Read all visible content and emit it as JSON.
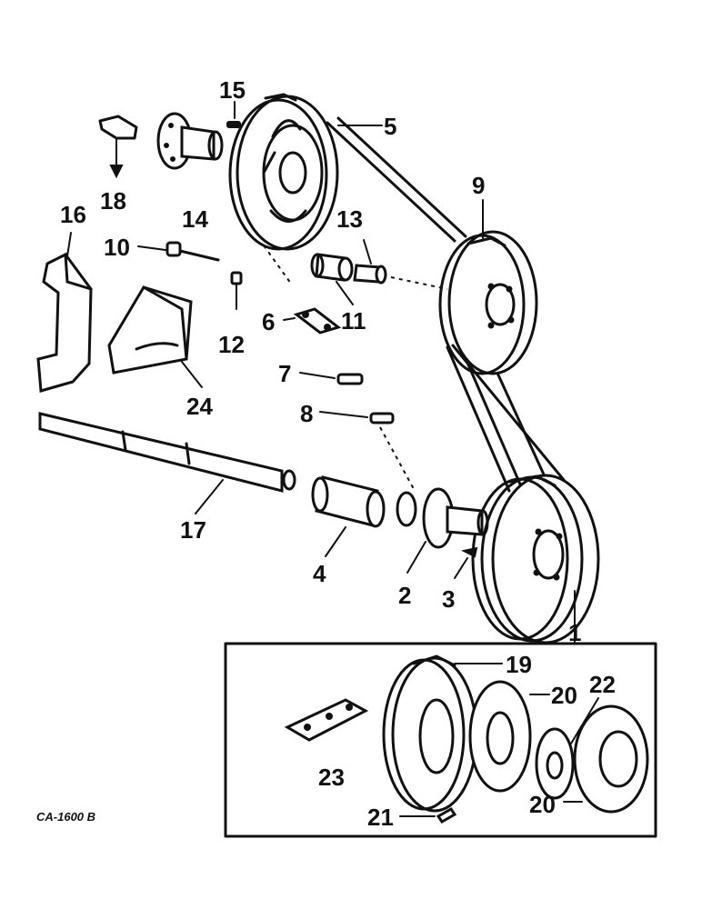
{
  "labels": {
    "l1": "1",
    "l2": "2",
    "l3": "3",
    "l4": "4",
    "l5": "5",
    "l6": "6",
    "l7": "7",
    "l8": "8",
    "l9": "9",
    "l10": "10",
    "l11": "11",
    "l12": "12",
    "l13": "13",
    "l14": "14",
    "l15": "15",
    "l16": "16",
    "l17": "17",
    "l18": "18",
    "l19": "19",
    "l20a": "20",
    "l20b": "20",
    "l21": "21",
    "l22": "22",
    "l23": "23",
    "l24": "24"
  },
  "figure_code": "CA-1600 B"
}
